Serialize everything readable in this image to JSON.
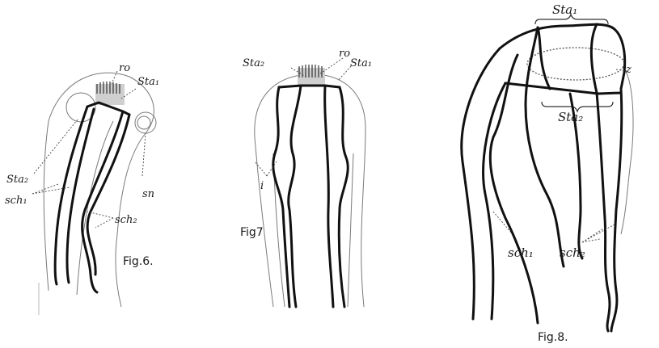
{
  "figures": [
    {
      "caption": "Fig.6.",
      "labels": {
        "ro": "ro",
        "sta1": "Sta₁",
        "sta2": "Sta₂",
        "sn": "sn",
        "sch1": "sch₁",
        "sch2": "sch₂"
      }
    },
    {
      "caption": "Fig7",
      "labels": {
        "ro": "ro",
        "sta1": "Sta₁",
        "sta2": "Sta₂",
        "i": "i"
      }
    },
    {
      "caption": "Fig.8.",
      "labels": {
        "sta1": "Sta₁",
        "sta2": "Sta₂",
        "z": "z",
        "sch1": "sch₁",
        "sch2": "sch₂"
      }
    }
  ]
}
